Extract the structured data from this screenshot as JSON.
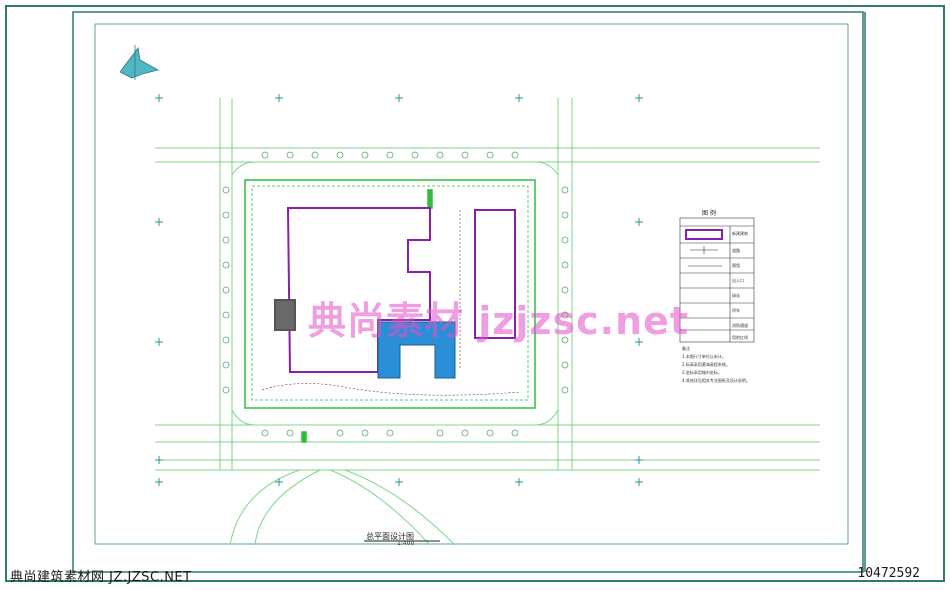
{
  "colors": {
    "frame": "#2e7a72",
    "road": "#7ed68a",
    "building": "#8a1fa8",
    "boundary": "#2fbf3a",
    "water": "#2a8fd6",
    "tree": "#58a860",
    "watermark": "#e050c8"
  },
  "icons": [
    "north-arrow-icon",
    "grid-cross-icon",
    "tree-icon"
  ],
  "drawing": {
    "title": "总平面设计图",
    "scale": "1:400"
  },
  "legend": {
    "title": "图 例",
    "items": [
      "新建建筑",
      "道路",
      "围墙",
      "出入口",
      "绿化",
      "停车",
      "消防通道",
      "用地红线"
    ]
  },
  "notes": [
    "备注",
    "1.本图尺寸单位以米计。",
    "2.标高采用黄海高程系统。",
    "3.坐标采用城市坐标。",
    "4.其他详见相关专业图纸及设计说明。"
  ],
  "watermark": "典尚素材 jzjzsc.net",
  "footer": {
    "left": "典尚建筑素材网 JZ.JZSC.NET",
    "right": "10472592"
  }
}
